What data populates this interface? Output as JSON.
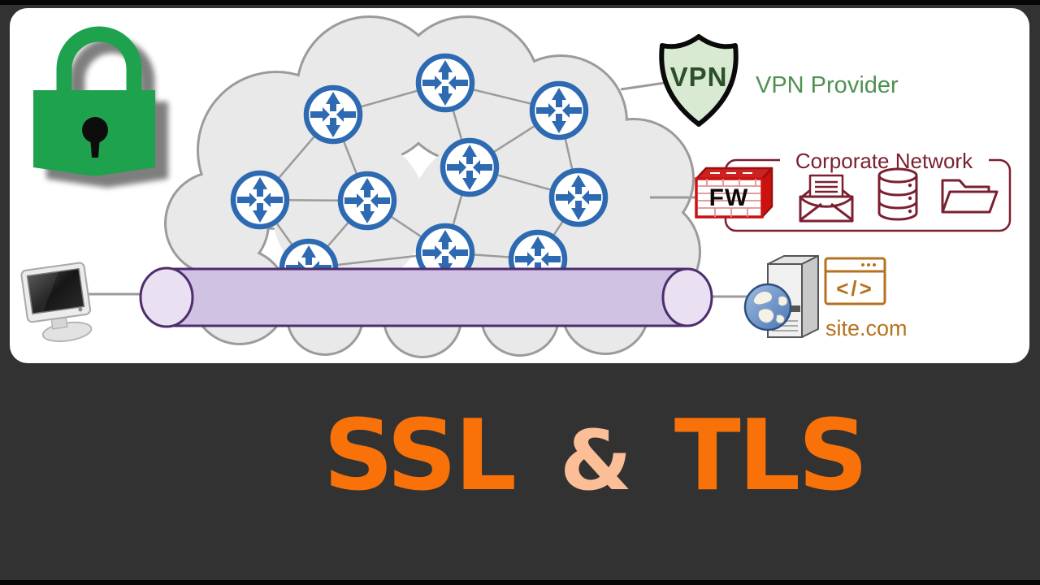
{
  "diagram_panel": {
    "vpn_badge": {
      "label": "VPN"
    },
    "vpn_provider_label": "VPN Provider",
    "corporate_network": {
      "label": "Corporate Network",
      "firewall_label": "FW",
      "icons": [
        "email-icon",
        "database-icon",
        "folder-icon"
      ]
    },
    "website": {
      "code_glyph": "</>",
      "domain_label": "site.com"
    },
    "internet_cloud": {
      "router_count": 10
    }
  },
  "title_banner": {
    "ssl": "SSL",
    "ampersand": "&",
    "tls": "TLS"
  },
  "colors": {
    "title_orange": "#F87209",
    "ampersand_peach": "#FBBE97",
    "lock_green": "#1FA24D",
    "vpn_text_green": "#2C4F2C",
    "vpn_provider_green": "#4F9151",
    "corporate_maroon": "#7A2130",
    "firewall_red": "#CC1111",
    "website_orange": "#B5721F",
    "router_blue": "#2E6AB2",
    "tunnel_purple": "#CFC2E2",
    "background_dark": "#323232"
  }
}
